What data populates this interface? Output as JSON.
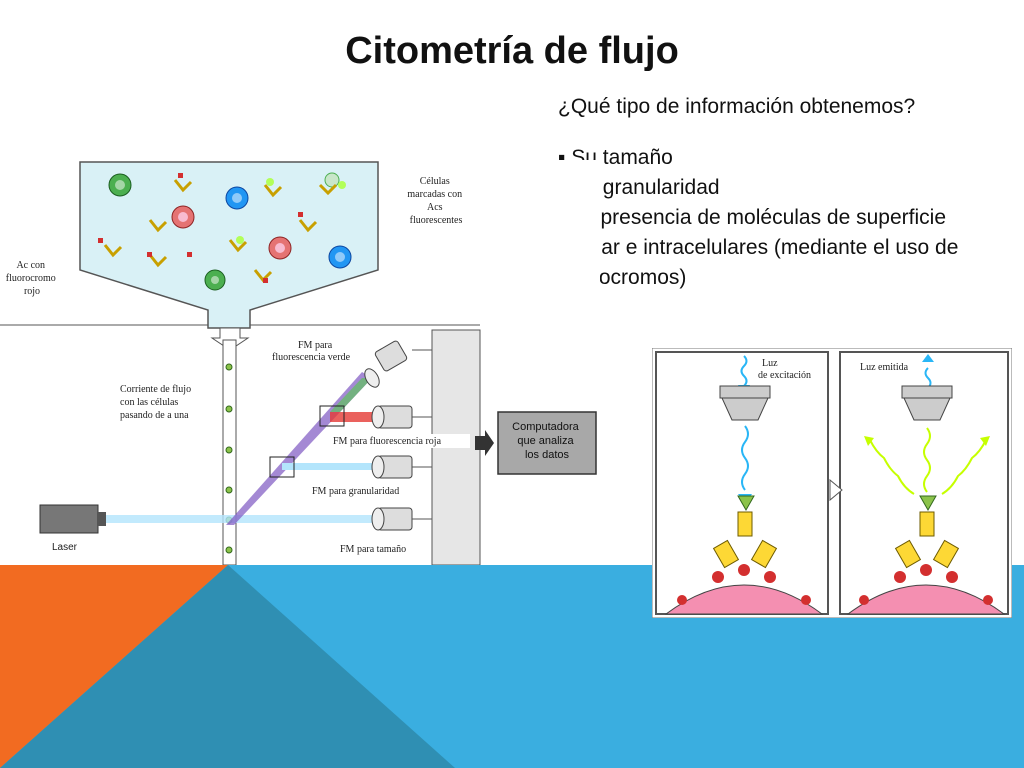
{
  "title": "Citometría de flujo",
  "question": "¿Qué tipo de información obtenemos?",
  "bullets": [
    "Su tamaño",
    "Su granularidad",
    "La presencia de moléculas de superficie celular e intracelulares (mediante el uso de fluorocromos)"
  ],
  "flow_diagram": {
    "labels": {
      "cells_labeled": [
        "Células",
        "marcadas con",
        "Acs",
        "fluorescentes"
      ],
      "ab_red": [
        "Ac con",
        "fluorocromo",
        "rojo"
      ],
      "stream": [
        "Corriente de flujo",
        "con las células",
        "pasando de a una"
      ],
      "fm_green": [
        "FM para",
        "fluorescencia verde"
      ],
      "fm_red": "FM para fluorescencia roja",
      "fm_granularity": "FM para granularidad",
      "fm_size": "FM para tamaño",
      "laser": "Laser",
      "computer": [
        "Computadora",
        "que analiza",
        "los datos"
      ]
    }
  },
  "fluor_diagram": {
    "excitation": [
      "Luz",
      "de excitación"
    ],
    "emitted": "Luz emitida"
  },
  "colors": {
    "orange": "#f26b21",
    "blue": "#3aaee0",
    "teal": "#2c8cb0"
  }
}
